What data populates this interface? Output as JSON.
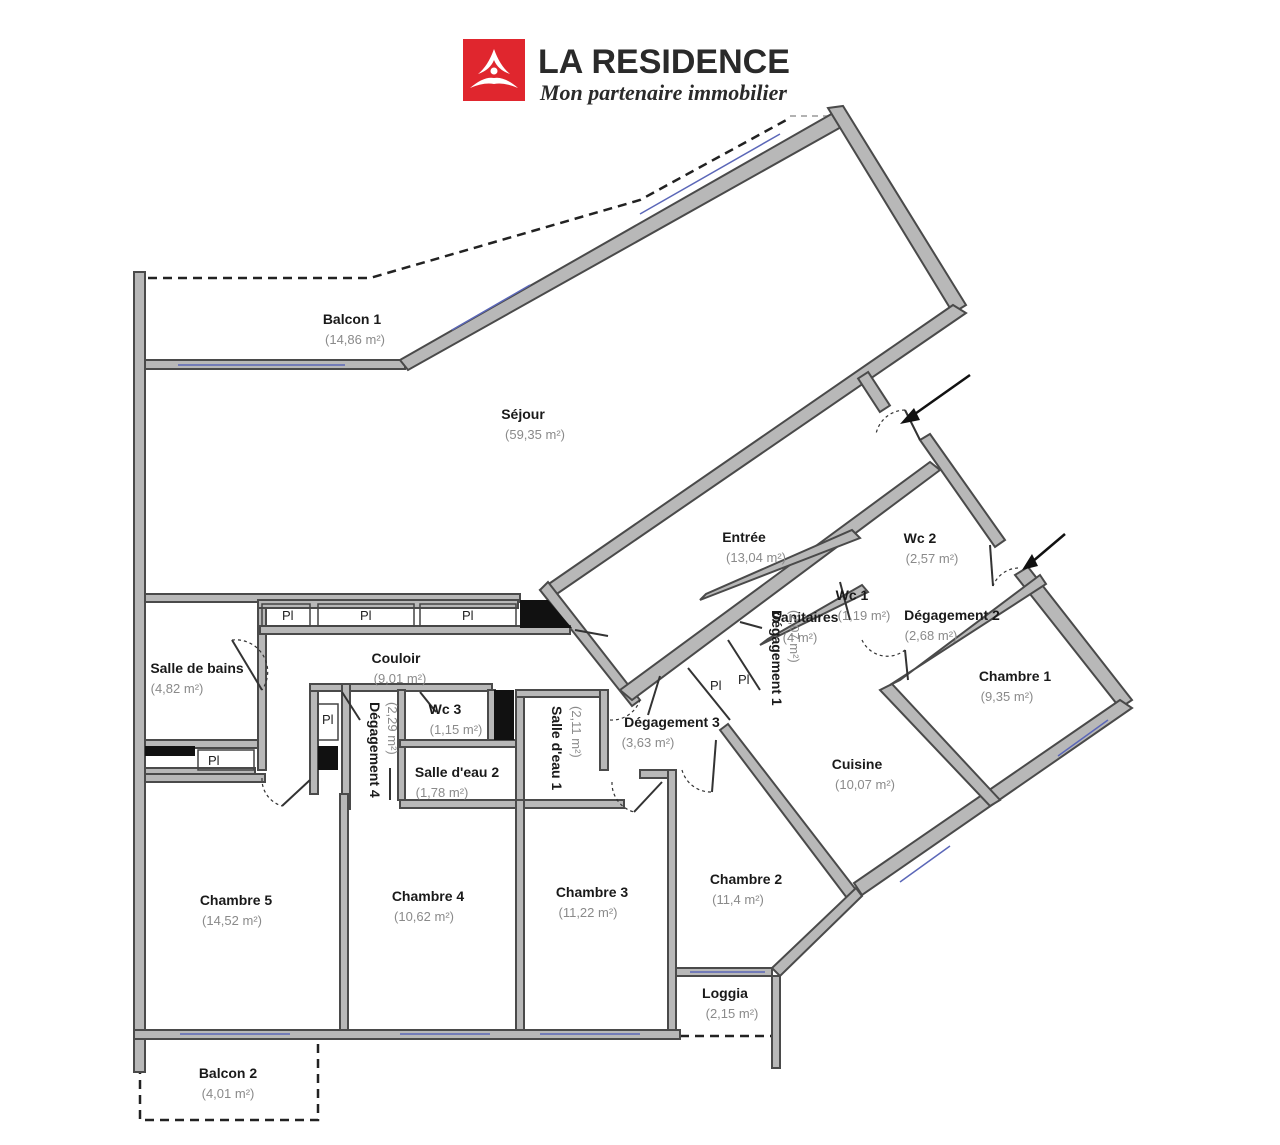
{
  "brand": {
    "title": "LA RESIDENCE",
    "tagline": "Mon partenaire immobilier",
    "logo_color": "#e0262e",
    "logo_icon": "tri-wave-logo-icon"
  },
  "rooms": {
    "balcon1": {
      "name": "Balcon 1",
      "area": "(14,86 m²)"
    },
    "sejour": {
      "name": "Séjour",
      "area": "(59,35 m²)"
    },
    "entree": {
      "name": "Entrée",
      "area": "(13,04 m²)"
    },
    "wc2": {
      "name": "Wc 2",
      "area": "(2,57 m²)"
    },
    "wc1": {
      "name": "Wc 1",
      "area": "(1,19 m²)"
    },
    "sanitaires": {
      "name": "Sanitaires",
      "area": "(4 m²)"
    },
    "degagement2": {
      "name": "Dégagement 2",
      "area": "(2,68 m²)"
    },
    "chambre1": {
      "name": "Chambre 1",
      "area": "(9,35 m²)"
    },
    "degagement1": {
      "name": "Dégagement 1",
      "area": "(2,07 m²)"
    },
    "salle_de_bains": {
      "name": "Salle de bains",
      "area": "(4,82 m²)"
    },
    "couloir": {
      "name": "Couloir",
      "area": "(9,01 m²)"
    },
    "wc3": {
      "name": "Wc 3",
      "area": "(1,15 m²)"
    },
    "degagement4": {
      "name": "Dégagement 4",
      "area": "(2,29 m²)"
    },
    "salle_deau2": {
      "name": "Salle d'eau 2",
      "area": "(1,78 m²)"
    },
    "salle_deau1": {
      "name": "Salle d'eau 1",
      "area": "(2,11 m²)"
    },
    "degagement3": {
      "name": "Dégagement 3",
      "area": "(3,63 m²)"
    },
    "cuisine": {
      "name": "Cuisine",
      "area": "(10,07 m²)"
    },
    "chambre5": {
      "name": "Chambre 5",
      "area": "(14,52 m²)"
    },
    "chambre4": {
      "name": "Chambre 4",
      "area": "(10,62 m²)"
    },
    "chambre3": {
      "name": "Chambre 3",
      "area": "(11,22 m²)"
    },
    "chambre2": {
      "name": "Chambre 2",
      "area": "(11,4 m²)"
    },
    "loggia": {
      "name": "Loggia",
      "area": "(2,15 m²)"
    },
    "balcon2": {
      "name": "Balcon 2",
      "area": "(4,01 m²)"
    }
  },
  "placard_label": "Pl",
  "entry_markers": [
    "entry-arrow-icon",
    "entry-arrow-icon"
  ]
}
